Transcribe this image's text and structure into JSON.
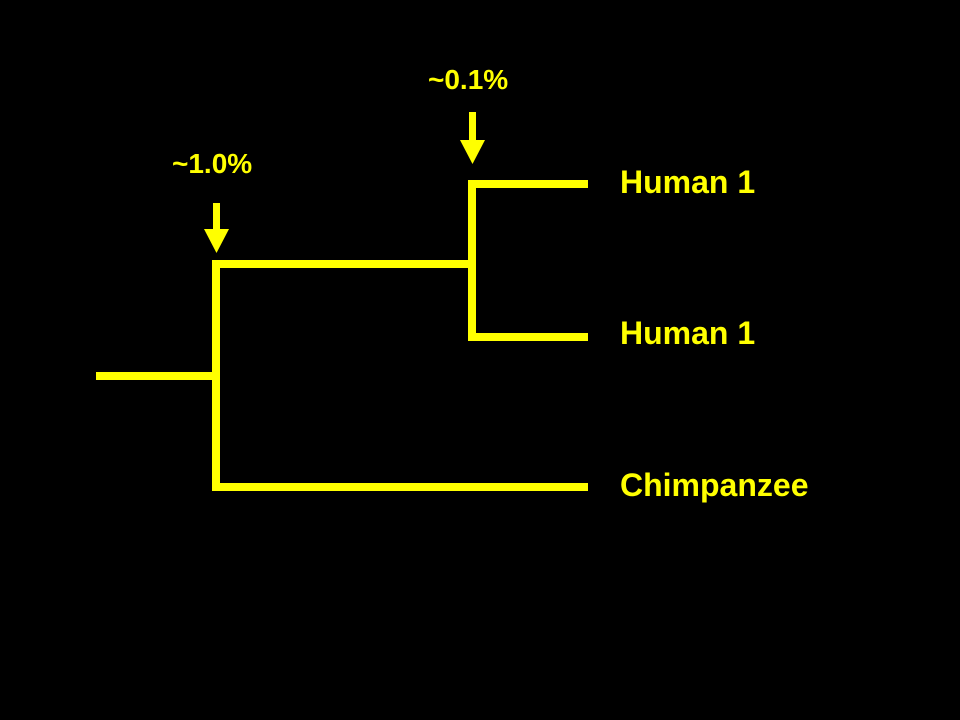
{
  "colors": {
    "background": "#000000",
    "branch": "#ffff00",
    "text": "#ffff00"
  },
  "leaves": {
    "top": "Human 1",
    "middle": "Human 1",
    "bottom": "Chimpanzee"
  },
  "annotations": {
    "inner_node": "~0.1%",
    "root_node": "~1.0%"
  }
}
